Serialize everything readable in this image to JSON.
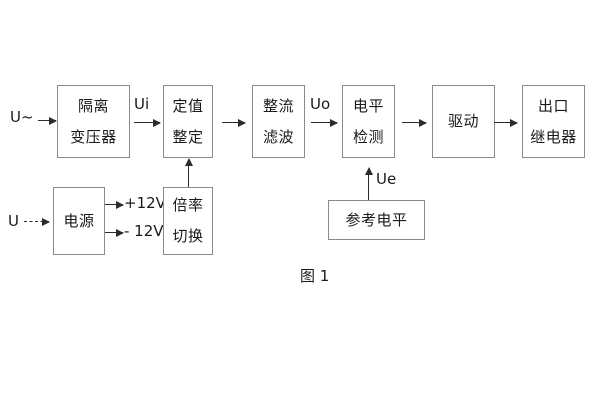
{
  "figure": {
    "caption": "图 1",
    "boxes": {
      "isolation_transformer": {
        "line1": "隔离",
        "line2": "变压器"
      },
      "setting_value": {
        "line1": "定值",
        "line2": "整定"
      },
      "rectify_filter": {
        "line1": "整流",
        "line2": "滤波"
      },
      "level_detect": {
        "line1": "电平",
        "line2": "检测"
      },
      "drive": {
        "line1": "驱动",
        "line2": ""
      },
      "output_relay": {
        "line1": "出口",
        "line2": "继电器"
      },
      "power_supply": {
        "line1": "电源",
        "line2": ""
      },
      "multiplier_switch": {
        "line1": "倍率",
        "line2": "切换"
      },
      "reference_level": {
        "line1": "参考电平",
        "line2": ""
      }
    },
    "labels": {
      "input_ac": "U~",
      "input_dc": "U",
      "ui": "Ui",
      "uo": "Uo",
      "ue": "Ue",
      "plus_12v": "+12V",
      "minus_12v": "- 12V"
    },
    "colors": {
      "box_border": "#8a8a8a",
      "arrow": "#2b2b2b",
      "text": "#1a1a1a",
      "background": "#ffffff"
    }
  }
}
